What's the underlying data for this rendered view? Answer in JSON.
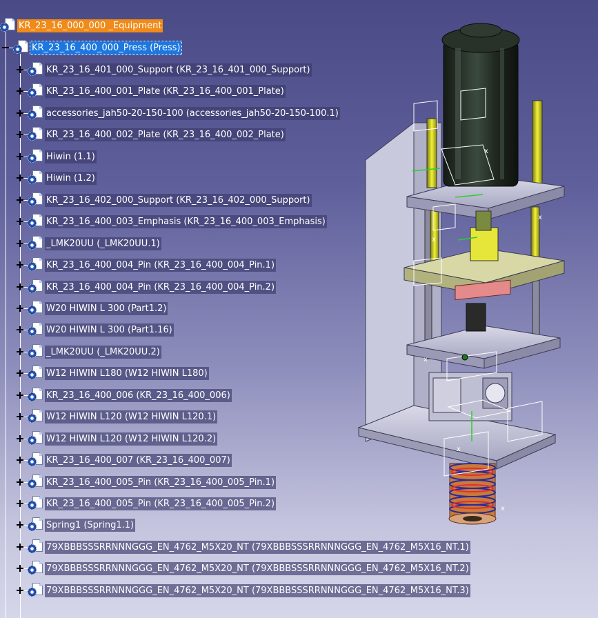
{
  "colors": {
    "root_highlight": "#f08a18",
    "selection": "#1c78e0",
    "background_top": "#4a4a86",
    "background_bottom": "#d6d6ea"
  },
  "tree": {
    "root": {
      "label": "KR_23_16_000_000 _Equipment",
      "icon": "product-icon"
    },
    "product": {
      "label": "KR_23_16_400_000_Press (Press)",
      "icon": "product-icon",
      "expanded": true,
      "selected": true
    },
    "children": [
      {
        "label": "KR_23_16_401_000_Support (KR_23_16_401_000_Support)"
      },
      {
        "label": "KR_23_16_400_001_Plate (KR_23_16_400_001_Plate)"
      },
      {
        "label": "accessories_jah50-20-150-100 (accessories_jah50-20-150-100.1)"
      },
      {
        "label": "KR_23_16_400_002_Plate (KR_23_16_400_002_Plate)"
      },
      {
        "label": "Hiwin (1.1)"
      },
      {
        "label": "Hiwin (1.2)"
      },
      {
        "label": "KR_23_16_402_000_Support (KR_23_16_402_000_Support)"
      },
      {
        "label": "KR_23_16_400_003_Emphasis (KR_23_16_400_003_Emphasis)"
      },
      {
        "label": "_LMK20UU (_LMK20UU.1)"
      },
      {
        "label": "KR_23_16_400_004_Pin (KR_23_16_400_004_Pin.1)"
      },
      {
        "label": "KR_23_16_400_004_Pin (KR_23_16_400_004_Pin.2)"
      },
      {
        "label": "W20 HIWIN L 300 (Part1.2)"
      },
      {
        "label": "W20 HIWIN L 300 (Part1.16)"
      },
      {
        "label": "_LMK20UU (_LMK20UU.2)"
      },
      {
        "label": "W12 HIWIN L180 (W12 HIWIN L180)"
      },
      {
        "label": "KR_23_16_400_006 (KR_23_16_400_006)"
      },
      {
        "label": "W12 HIWIN L120 (W12 HIWIN L120.1)"
      },
      {
        "label": "W12 HIWIN L120 (W12 HIWIN L120.2)"
      },
      {
        "label": "KR_23_16_400_007 (KR_23_16_400_007)"
      },
      {
        "label": "KR_23_16_400_005_Pin (KR_23_16_400_005_Pin.1)"
      },
      {
        "label": "KR_23_16_400_005_Pin (KR_23_16_400_005_Pin.2)"
      },
      {
        "label": "Spring1 (Spring1.1)"
      },
      {
        "label": "79XBBBSSSRRNNNGGG_EN_4762_M5X20_NT (79XBBBSSSRRNNNGGG_EN_4762_M5X16_NT.1)"
      },
      {
        "label": "79XBBBSSSRRNNNGGG_EN_4762_M5X20_NT (79XBBBSSSRRNNNGGG_EN_4762_M5X16_NT.2)"
      },
      {
        "label": "79XBBBSSSRRNNNGGG_EN_4762_M5X20_NT (79XBBBSSSRRNNNGGG_EN_4762_M5X16_NT.3)"
      }
    ]
  },
  "model_axis_labels": [
    "x",
    "x",
    "x",
    "x",
    "x",
    "x"
  ]
}
